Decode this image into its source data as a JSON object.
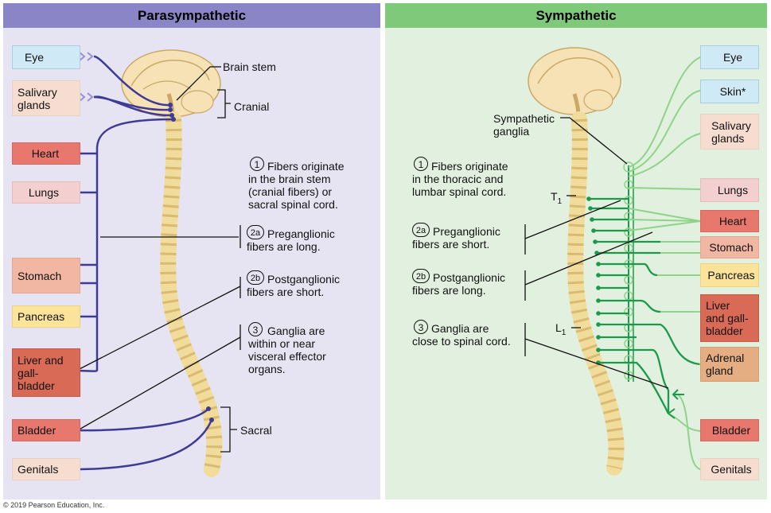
{
  "left": {
    "title": "Parasympathetic",
    "organs": {
      "eye": "Eye",
      "salivary": "Salivary\nglands",
      "heart": "Heart",
      "lungs": "Lungs",
      "stomach": "Stomach",
      "pancreas": "Pancreas",
      "liver": "Liver and\ngall-\nbladder",
      "bladder": "Bladder",
      "genitals": "Genitals"
    },
    "labels": {
      "brain_stem": "Brain stem",
      "cranial": "Cranial",
      "sacral": "Sacral"
    },
    "notes": [
      {
        "num": "1",
        "text": "Fibers originate\nin the brain stem\n(cranial fibers) or\nsacral spinal cord."
      },
      {
        "num": "2a",
        "text": "Preganglionic\nfibers are long."
      },
      {
        "num": "2b",
        "text": "Postganglionic\nfibers are short."
      },
      {
        "num": "3",
        "text": "Ganglia are\nwithin or near\nvisceral effector\norgans."
      }
    ]
  },
  "right": {
    "title": "Sympathetic",
    "organs": {
      "eye": "Eye",
      "skin": "Skin*",
      "salivary": "Salivary\nglands",
      "lungs": "Lungs",
      "heart": "Heart",
      "stomach": "Stomach",
      "pancreas": "Pancreas",
      "liver": "Liver\nand gall-\nbladder",
      "adrenal": "Adrenal\ngland",
      "bladder": "Bladder",
      "genitals": "Genitals"
    },
    "labels": {
      "ganglia": "Sympathetic\nganglia",
      "t1": "T",
      "t1_sub": "1",
      "l1": "L",
      "l1_sub": "1"
    },
    "notes": [
      {
        "num": "1",
        "text": "Fibers originate\nin the thoracic and\nlumbar spinal cord."
      },
      {
        "num": "2a",
        "text": "Preganglionic\nfibers are short."
      },
      {
        "num": "2b",
        "text": "Postganglionic\nfibers are long."
      },
      {
        "num": "3",
        "text": "Ganglia are\nclose to spinal cord."
      }
    ]
  },
  "copyright": "© 2019 Pearson Education, Inc.",
  "colors": {
    "para_fiber": "#3f3a96",
    "para_post": "#9a8fd0",
    "symp_fiber": "#1a9a4a",
    "symp_post": "#8fd38a",
    "spine": "#f2dc9c"
  }
}
